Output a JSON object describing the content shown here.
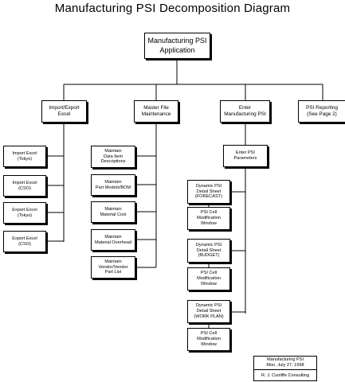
{
  "title": "Manufacturing PSI Decomposition Diagram",
  "root": "Manufacturing PSI\nApplication",
  "level1": {
    "import_export": "Import/Export\nExcel",
    "master_file": "Master File\nMaintenance",
    "enter_psi": "Enter\nManufacturing PSI",
    "psi_reporting": "PSI Reporting\n(See Page 2)"
  },
  "import_export_children": [
    "Import Excel\n(Tokyo)",
    "Import Excel\n(CSO)",
    "Export Excel\n(Tokyo)",
    "Export Excel\n(CSO)"
  ],
  "master_children": [
    "Maintain\nData Item\nDescriptions",
    "Maintain\nPart Models/BOM",
    "Maintain\nMaterial Cost",
    "Maintain\nMaterial Overhead",
    "Maintain\nVendor/Vendor\nPart List"
  ],
  "enter_psi_parameters": "Enter PSI\nParameters",
  "psi_children": [
    "Dynamic PSI\nDetail Sheet\n(FORECAST)",
    "PSI Cell\nModification\nWindow",
    "Dynamic PSI\nDetail Sheet\n(BUDGET)",
    "PSI Cell\nModification\nWindow",
    "Dynamic PSI\nDetail Sheet\n(WORK PLAN)",
    "PSI Cell\nModification\nWindow"
  ],
  "stamp": {
    "line1": "Manufacturing PSI",
    "line2": "Mon, July 27, 1998",
    "author": "R. J. Cunliffe Consulting"
  }
}
